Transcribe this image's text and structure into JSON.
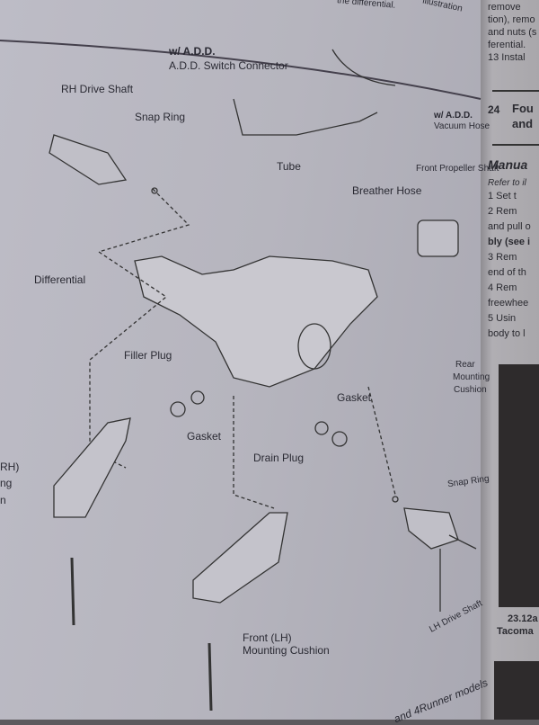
{
  "header_fragment": "the differential.",
  "header_fragment_right": "illustration",
  "labels": {
    "ad_heading": "w/ A.D.D.",
    "ad_switch": "A.D.D. Switch Connector",
    "rh_drive_shaft": "RH Drive Shaft",
    "snap_ring_top": "Snap Ring",
    "tube": "Tube",
    "vacuum_heading": "w/ A.D.D.",
    "vacuum_hose": "Vacuum Hose",
    "breather_hose": "Breather Hose",
    "front_propeller_shaft": "Front Propeller Shaft",
    "differential": "Differential",
    "filler_plug": "Filler Plug",
    "gasket_left": "Gasket",
    "gasket_right": "Gasket",
    "rear_mounting_cushion": [
      "Rear",
      "Mounting",
      "Cushion"
    ],
    "drain_plug": "Drain Plug",
    "snap_ring_bottom": "Snap Ring",
    "rh_cushion_fragment": [
      "RH)",
      "ng",
      "n"
    ],
    "front_lh_cushion": [
      "Front (LH)",
      "Mounting Cushion"
    ],
    "lh_drive_shaft": "LH Drive Shaft",
    "footer_fragment": "and 4Runner models"
  },
  "right_page": {
    "lines": [
      "remove",
      "tion), remo",
      "and nuts (s",
      "ferential.",
      "13   Instal"
    ],
    "section_number": "24",
    "section_title": [
      "Fou",
      "and"
    ],
    "subheading": "Manua",
    "refer": "Refer to il",
    "steps": [
      "1    Set t",
      "2    Rem",
      "and pull o",
      "bly (see i",
      "3    Rem",
      "end of th",
      "4    Rem",
      "freewhee",
      "5    Usin",
      "body to l"
    ],
    "caption": [
      "23.12a",
      "Tacoma"
    ]
  }
}
